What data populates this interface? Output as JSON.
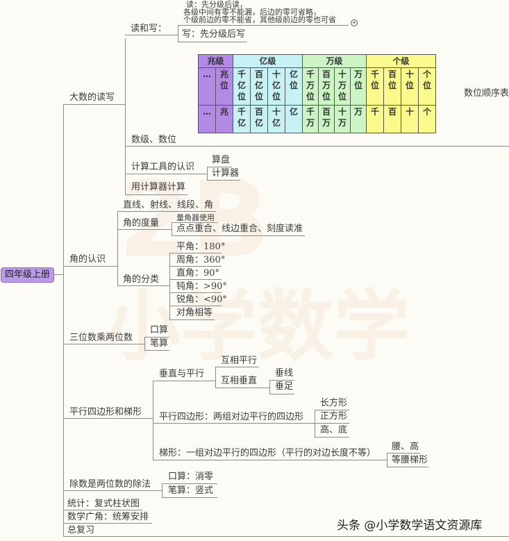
{
  "root": "四年级上册",
  "branches": {
    "big_numbers": {
      "label": "大数的读写",
      "read_write": {
        "label": "读和写：",
        "read_lines": [
          "读：先分级后读，",
          "各级中间有零不能漏，后边的零可省略，",
          "个级前边的零不能省，其他级前边的零也可省"
        ],
        "write": "写：先分级后写",
        "expand_icon": "+"
      },
      "levels": {
        "label": "数级、数位",
        "table_caption": "数位顺序表",
        "headers": [
          "兆级",
          "亿级",
          "万级",
          "个级"
        ],
        "row_positions": [
          "…",
          "兆位",
          "千亿位",
          "百亿位",
          "十亿位",
          "亿位",
          "千万位",
          "百万位",
          "十万位",
          "万位",
          "千位",
          "百位",
          "十位",
          "个位"
        ],
        "row_units": [
          "…",
          "兆",
          "千亿",
          "百亿",
          "十亿",
          "亿",
          "千万",
          "百万",
          "十万",
          "万",
          "千",
          "百",
          "十",
          "个"
        ]
      },
      "tools": {
        "label": "计算工具的认识",
        "items": [
          "算盘",
          "计算器"
        ]
      },
      "calc": "用计算器计算"
    },
    "angles": {
      "label": "角的认识",
      "lines": "直线、射线、线段、角",
      "measure": {
        "label": "角的度量",
        "items": [
          "量角器使用",
          "点点重合、线边重合、刻度读准"
        ]
      },
      "classify": {
        "label": "角的分类",
        "items": [
          "平角：180°",
          "周角：360°",
          "直角：90°",
          "钝角：>90°",
          "锐角：<90°",
          "对角相等"
        ]
      }
    },
    "multiply": {
      "label": "三位数乘两位数",
      "items": [
        "口算",
        "笔算"
      ]
    },
    "parallel": {
      "label": "平行四边形和梯形",
      "perp": {
        "label": "垂直与平行",
        "items": [
          "互相平行",
          "互相垂直"
        ],
        "sub": [
          "垂线",
          "垂足"
        ]
      },
      "pgram": {
        "label": "平行四边形：两组对边平行的四边形",
        "items": [
          "长方形",
          "正方形",
          "高、底"
        ]
      },
      "trap": {
        "label": "梯形：一组对边平行的四边形（平行的对边长度不等）",
        "items": [
          "腰、高",
          "等腰梯形"
        ]
      }
    },
    "divide": {
      "label": "除数是两位数的除法",
      "items": [
        "口算：消零",
        "笔算：竖式"
      ]
    },
    "stats": "统计：复式柱状图",
    "wide": "数学广角：统筹安排",
    "review": "总复习"
  },
  "watermark": "小学数学",
  "footer": "头条 @小学数学语文资源库"
}
